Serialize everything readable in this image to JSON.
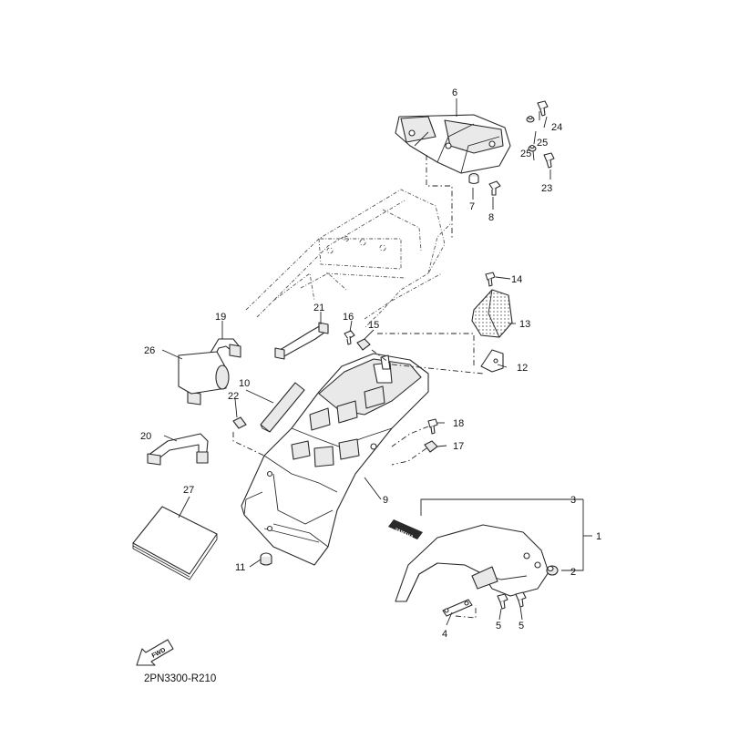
{
  "diagram": {
    "code": "2PN3300-R210",
    "fwd_label": "FWD",
    "decal_text": "YAMAHA",
    "callouts": {
      "c1": "1",
      "c2": "2",
      "c3": "3",
      "c4": "4",
      "c5a": "5",
      "c5b": "5",
      "c6": "6",
      "c7": "7",
      "c8": "8",
      "c9": "9",
      "c10": "10",
      "c11": "11",
      "c12": "12",
      "c13": "13",
      "c14": "14",
      "c15": "15",
      "c16": "16",
      "c17": "17",
      "c18": "18",
      "c19": "19",
      "c20": "20",
      "c21": "21",
      "c22": "22",
      "c23": "23",
      "c24": "24",
      "c25a": "25",
      "c25b": "25",
      "c26": "26",
      "c27": "27"
    }
  }
}
